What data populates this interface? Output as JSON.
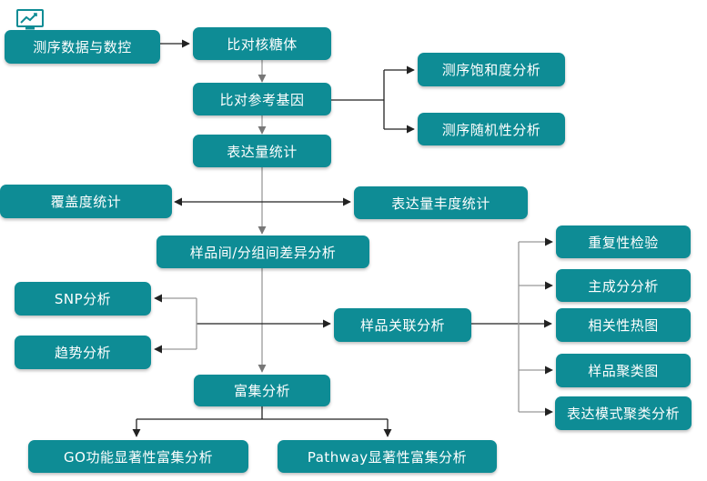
{
  "colors": {
    "node_fill": "#0e8c95",
    "node_text": "#ffffff",
    "connector": "#222222",
    "connector_light": "#9a9a9a"
  },
  "logo": {
    "icon": "monitor-chart-icon"
  },
  "nodes": {
    "seq_qc": "测序数据与数控",
    "align_nucleus": "比对核糖体",
    "align_ref": "比对参考基因",
    "saturation": "测序饱和度分析",
    "randomness": "测序随机性分析",
    "expr_stats": "表达量统计",
    "coverage": "覆盖度统计",
    "abundance": "表达量丰度统计",
    "diff_analysis": "样品间/分组间差异分析",
    "snp": "SNP分析",
    "trend": "趋势分析",
    "correlation": "样品关联分析",
    "repeat_test": "重复性检验",
    "pca": "主成分分析",
    "heatmap": "相关性热图",
    "cluster": "样品聚类图",
    "pattern_cluster": "表达模式聚类分析",
    "enrichment": "富集分析",
    "go_enrich": "GO功能显著性富集分析",
    "pathway_enrich": "Pathway显著性富集分析"
  }
}
